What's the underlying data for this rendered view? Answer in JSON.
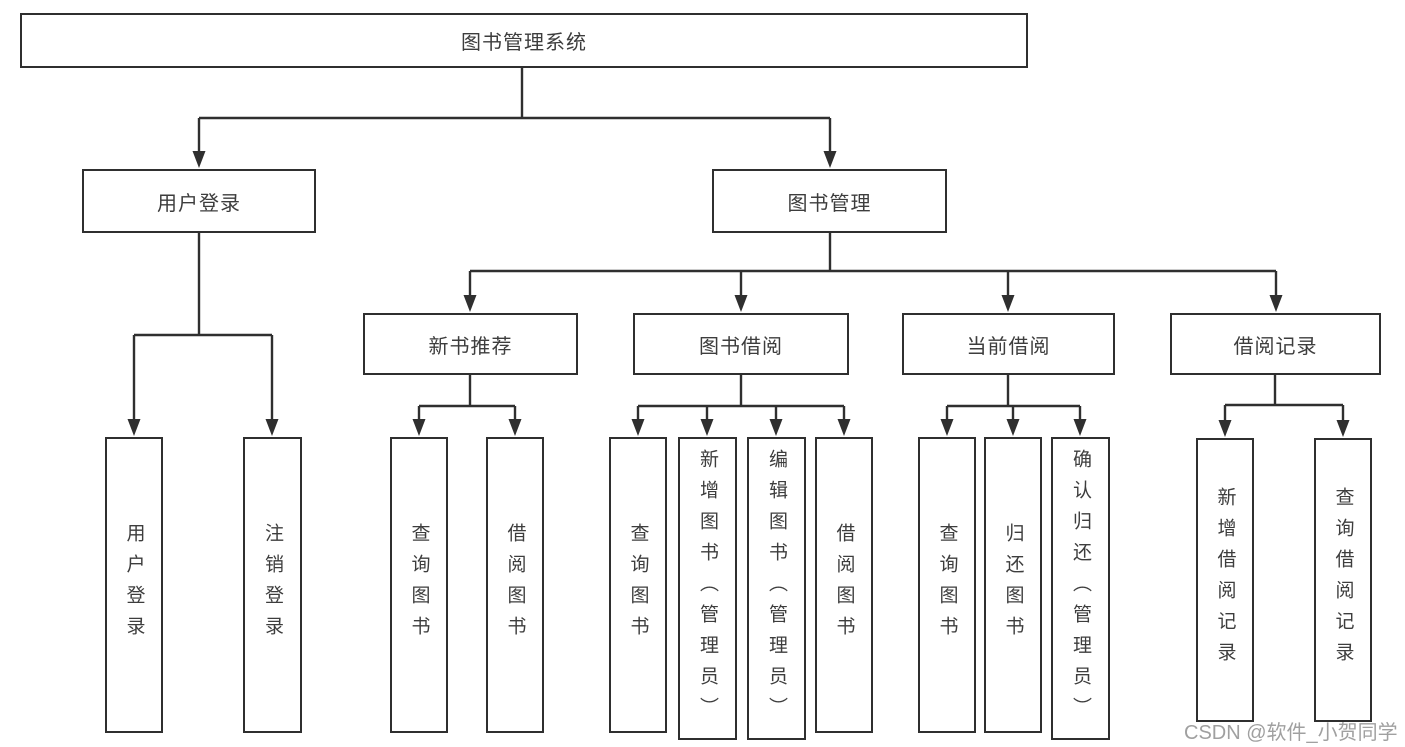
{
  "tree": {
    "label": "图书管理系统",
    "children": [
      {
        "label": "用户登录",
        "children": [
          {
            "label": "用户登录"
          },
          {
            "label": "注销登录"
          }
        ]
      },
      {
        "label": "图书管理",
        "children": [
          {
            "label": "新书推荐",
            "children": [
              {
                "label": "查询图书"
              },
              {
                "label": "借阅图书"
              }
            ]
          },
          {
            "label": "图书借阅",
            "children": [
              {
                "label": "查询图书"
              },
              {
                "label": "新增图书（管理员）"
              },
              {
                "label": "编辑图书（管理员）"
              },
              {
                "label": "借阅图书"
              }
            ]
          },
          {
            "label": "当前借阅",
            "children": [
              {
                "label": "查询图书"
              },
              {
                "label": "归还图书"
              },
              {
                "label": "确认归还（管理员）"
              }
            ]
          },
          {
            "label": "借阅记录",
            "children": [
              {
                "label": "新增借阅记录"
              },
              {
                "label": "查询借阅记录"
              }
            ]
          }
        ]
      }
    ]
  },
  "watermark": "CSDN @软件_小贺同学",
  "colors": {
    "line": "#2f2f2f",
    "text": "#3d3d3d",
    "box_background": "#ffffff",
    "watermark": "#a0a0a0",
    "background": "#ffffff"
  }
}
